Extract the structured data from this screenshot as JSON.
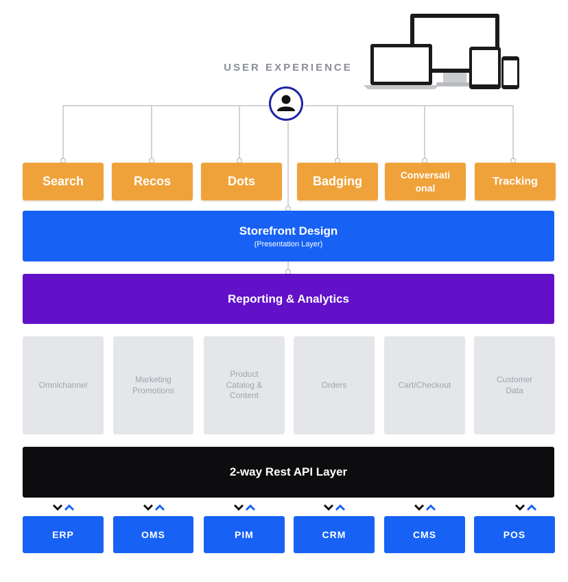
{
  "header": {
    "title": "USER EXPERIENCE"
  },
  "experience_modules": [
    {
      "label": "Search"
    },
    {
      "label": "Recos"
    },
    {
      "label": "Dots"
    },
    {
      "label": "Badging"
    },
    {
      "label": "Conversati onal"
    },
    {
      "label": "Tracking"
    }
  ],
  "layers": {
    "storefront": {
      "title": "Storefront Design",
      "subtitle": "(Presentation Layer)"
    },
    "reporting": {
      "title": "Reporting & Analytics"
    },
    "api": {
      "title": "2-way Rest API Layer"
    }
  },
  "commerce_modules": [
    {
      "label": "Omnichannel"
    },
    {
      "label": "Marketing Promotions"
    },
    {
      "label": "Product Catalog & Content"
    },
    {
      "label": "Orders"
    },
    {
      "label": "Cart/Checkout"
    },
    {
      "label": "Customer Data"
    }
  ],
  "systems": [
    {
      "label": "ERP"
    },
    {
      "label": "OMS"
    },
    {
      "label": "PIM"
    },
    {
      "label": "CRM"
    },
    {
      "label": "CMS"
    },
    {
      "label": "POS"
    }
  ],
  "colors": {
    "orange": "#f0a23a",
    "blue": "#1762f5",
    "purple": "#6211c9",
    "black": "#0d0d0f",
    "gray": "#e5e6ea",
    "user_ring": "#1f24a5"
  },
  "icons": {
    "devices": "devices-icon",
    "user": "user-icon",
    "sync": "sync-arrows-icon"
  }
}
